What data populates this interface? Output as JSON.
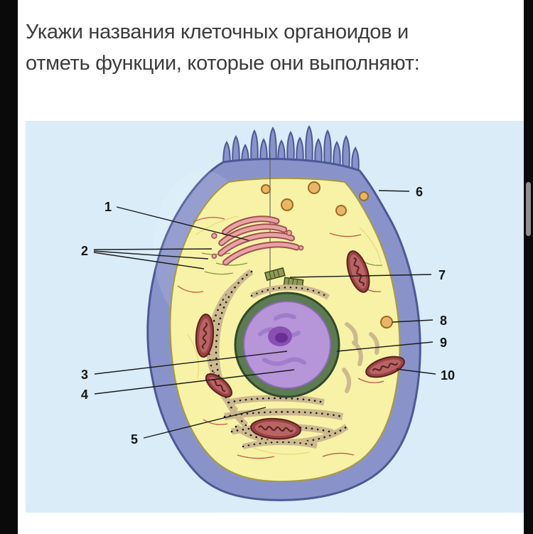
{
  "task": {
    "title_line1": "Укажи названия клеточных органоидов и",
    "title_line2": "отметь функции, которые они выполняют:"
  },
  "diagram": {
    "labels": [
      "1",
      "2",
      "3",
      "4",
      "5",
      "6",
      "7",
      "8",
      "9",
      "10"
    ],
    "colors": {
      "panel_bg": "#d9ecf8",
      "membrane": "#8a93c9",
      "membrane_outline": "#4c5898",
      "cytoplasm": "#f7f2a6",
      "cytoplasm_outline": "#a89a3f",
      "nucleus": "#b795d9",
      "nucleolus": "#8a4fb5",
      "nuclear_envelope": "#5d7b52",
      "mitochondria": "#9c4343",
      "er_membrane": "#cdb98f",
      "lysosome": "#e9b668",
      "golgi": "#e8a4a4"
    }
  }
}
